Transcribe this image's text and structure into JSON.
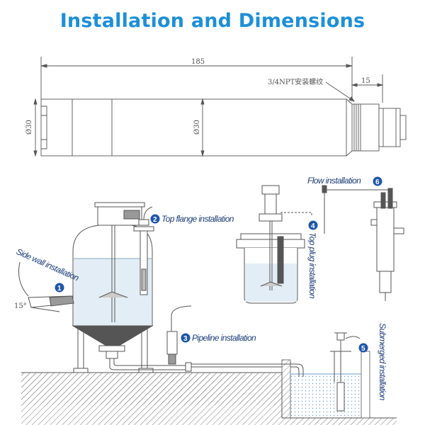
{
  "title": "Installation and Dimensions",
  "dimensions": {
    "length": "185",
    "thread_label": "3/4NPT安装螺纹",
    "thread_length": "15",
    "diameter_left": "Ø30",
    "diameter_mid": "Ø30"
  },
  "installations": [
    {
      "number": "1",
      "label": "Side wall installation",
      "angle": "15°"
    },
    {
      "number": "2",
      "label": "Top flange installation"
    },
    {
      "number": "3",
      "label": "Pipeline installation"
    },
    {
      "number": "4",
      "label": "Top plug installation"
    },
    {
      "number": "5",
      "label": "Submerged installation"
    },
    {
      "number": "6",
      "label": "Flow installation"
    }
  ],
  "colors": {
    "title": "#1e8fd6",
    "badge": "#1f56a8",
    "label": "#1f3f7a"
  }
}
